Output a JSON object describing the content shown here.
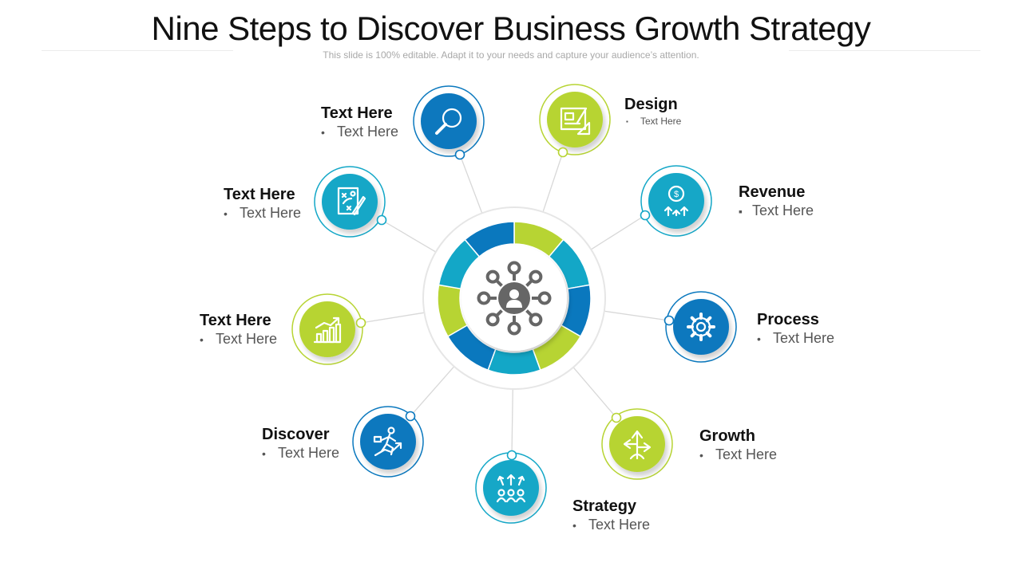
{
  "page": {
    "title": "Nine Steps to Discover Business Growth Strategy",
    "subtitle": "This slide is 100% editable. Adapt it to your needs and capture your audience’s attention."
  },
  "colors": {
    "dark_blue": "#0A78BE",
    "teal": "#13A7C7",
    "lime": "#B7D433",
    "center_icon": "#666666",
    "connector": "#d8d8d8"
  },
  "hub": {
    "icon": "network-people-icon",
    "ring_segments": [
      "lime",
      "teal",
      "dark_blue",
      "lime",
      "teal",
      "dark_blue",
      "lime",
      "teal",
      "dark_blue"
    ]
  },
  "steps": [
    {
      "heading": "Text Here",
      "text": "Text Here",
      "bullet": "•",
      "color": "dark_blue",
      "icon": "magnifier-icon"
    },
    {
      "heading": "Design",
      "text": "Text Here",
      "bullet": "▪",
      "color": "lime",
      "icon": "blueprint-icon"
    },
    {
      "heading": "Revenue",
      "text": "Text Here",
      "bullet": "▪",
      "color": "teal",
      "icon": "revenue-growth-icon"
    },
    {
      "heading": "Process",
      "text": "Text Here",
      "bullet": "•",
      "color": "dark_blue",
      "icon": "gears-icon"
    },
    {
      "heading": "Growth",
      "text": "Text Here",
      "bullet": "•",
      "color": "lime",
      "icon": "direction-arrows-icon"
    },
    {
      "heading": "Strategy",
      "text": "Text Here",
      "bullet": "•",
      "color": "teal",
      "icon": "team-strategy-icon"
    },
    {
      "heading": "Discover",
      "text": "Text Here",
      "bullet": "•",
      "color": "dark_blue",
      "icon": "businessman-running-icon"
    },
    {
      "heading": "Text Here",
      "text": "Text Here",
      "bullet": "•",
      "color": "lime",
      "icon": "bar-chart-icon"
    },
    {
      "heading": "Text Here",
      "text": "Text Here",
      "bullet": "•",
      "color": "teal",
      "icon": "tactics-plan-icon"
    }
  ]
}
